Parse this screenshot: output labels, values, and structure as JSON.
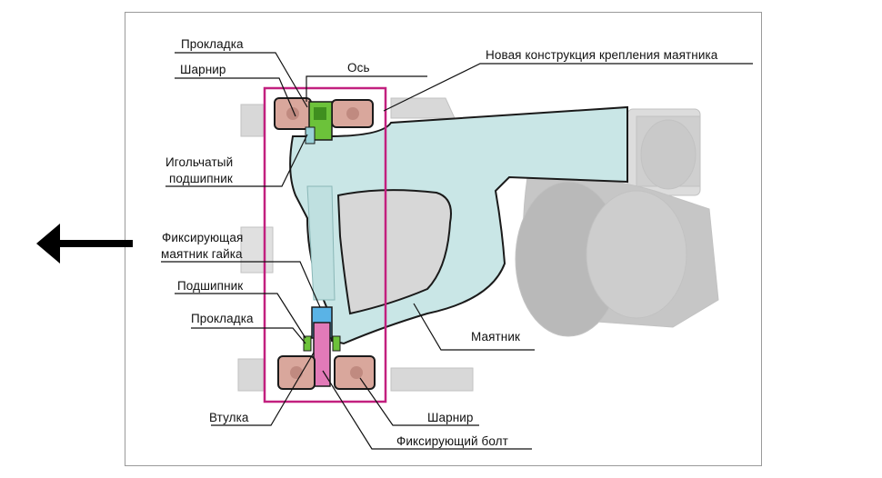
{
  "labels": {
    "gasket_top": "Прокладка",
    "joint_top": "Шарнир",
    "axle": "Ось",
    "new_design": "Новая конструкция крепления маятника",
    "needle_bearing_line1": "Игольчатый",
    "needle_bearing_line2": "подшипник",
    "nut_line1": "Фиксирующая",
    "nut_line2": "маятник гайка",
    "bearing": "Подшипник",
    "gasket_bottom": "Прокладка",
    "pendulum": "Маятник",
    "bushing": "Втулка",
    "joint_bottom": "Шарнир",
    "fixing_bolt": "Фиксирующий болт"
  },
  "colors": {
    "arm_fill": "#c9e6e6",
    "arm_stroke": "#1a1a1a",
    "highlight_box": "#c2207f",
    "joint_fill": "#d9a79c",
    "axle_green": "#6cc23a",
    "bolt_pink": "#e27ab8",
    "nut_blue": "#5ab3e6",
    "background_grey": "#d6d6d6",
    "arrow": "#000000"
  },
  "icons": {
    "direction": "arrow-left-icon"
  }
}
